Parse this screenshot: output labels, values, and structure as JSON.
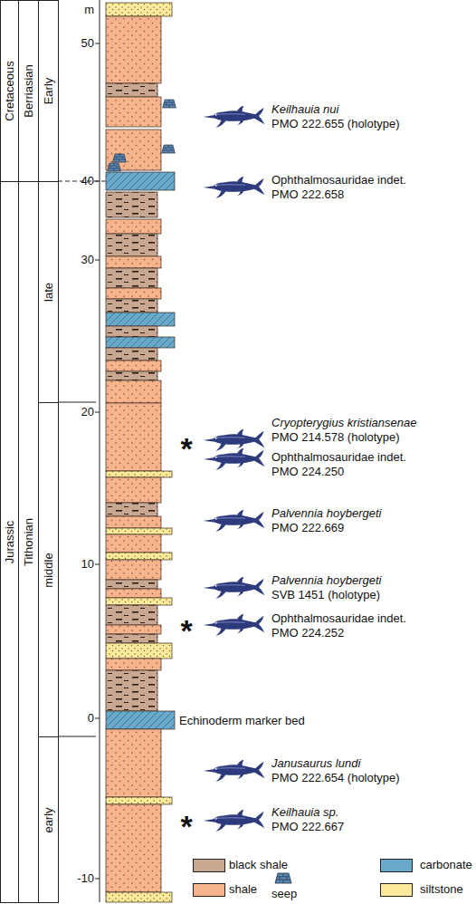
{
  "diagram": {
    "nodes": [
      {
        "text": [
          "Cretaceous"
        ]
      },
      {
        "text": [
          "Berriasian"
        ]
      },
      {
        "text": [
          "Early"
        ]
      },
      {
        "text": [
          "Jurassic"
        ]
      },
      {
        "text": [
          "Tithonian"
        ]
      },
      {
        "text": [
          "late"
        ]
      },
      {
        "text": [
          "middle"
        ]
      },
      {
        "text": [
          "early"
        ]
      }
    ],
    "labels": [
      "m",
      "50",
      "40",
      "30",
      "20",
      "10",
      "0",
      "-10",
      "Keilhauia nui",
      "PMO 222.655 (holotype)",
      "Ophthalmosauridae indet.",
      "PMO 222.658",
      "Cryopterygius kristiansenae",
      "PMO 214.578 (holotype)",
      "Ophthalmosauridae indet.",
      "PMO 224.250",
      "Palvennia hoybergeti",
      "PMO 222.669",
      "Palvennia hoybergeti",
      "SVB 1451 (holotype)",
      "Ophthalmosauridae indet.",
      "PMO 224.252",
      "Echinoderm marker bed",
      "Janusaurus lundi",
      "PMO 222.654 (holotype)",
      "Keilhauia sp.",
      "PMO 222.667",
      "*",
      "*",
      "*"
    ],
    "legend": [
      {
        "text": "black shale",
        "color": "#c9a892"
      },
      {
        "text": "shale",
        "color": "#f7b48c"
      },
      {
        "text": "seep"
      },
      {
        "text": "carbonate",
        "color": "#6aa9c9"
      },
      {
        "text": "siltstone",
        "color": "#fbe99c"
      }
    ]
  }
}
